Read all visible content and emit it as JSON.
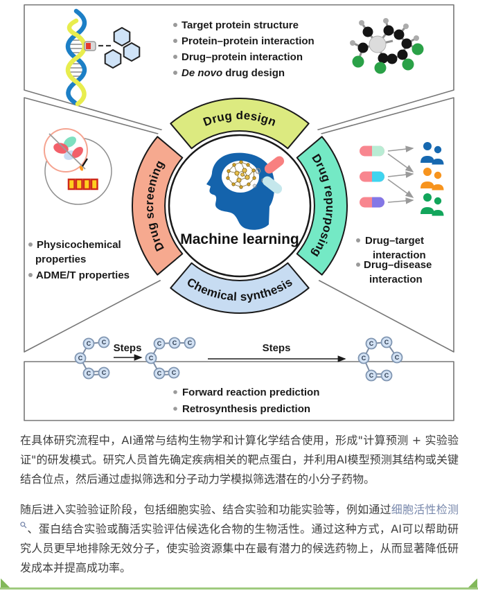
{
  "figure": {
    "center": {
      "label": "Machine learning"
    },
    "design": {
      "label": "Drug design",
      "color": "#dcea80",
      "bullets": [
        "Target protein structure",
        "Protein–protein interaction",
        "Drug–protein interaction"
      ],
      "de_novo_italic": "De novo",
      "de_novo_rest": "drug design"
    },
    "screening": {
      "label": "Drug screening",
      "color": "#f6a98f",
      "bullet1_line1": "Physicochemical",
      "bullet1_line2": "properties",
      "bullet2": "ADME/T properties"
    },
    "repurposing": {
      "label": "Drug repurposing",
      "color": "#74e9c5",
      "bullet1_line1": "Drug–target",
      "bullet1_line2": "interaction",
      "bullet2_line1": "Drug–disease",
      "bullet2_line2": "interaction"
    },
    "synthesis": {
      "label": "Chemical synthesis",
      "color": "#c7dcf2",
      "steps1": "Steps",
      "steps2": "Steps",
      "bullet1": "Forward reaction prediction",
      "bullet2": "Retrosynthesis prediction",
      "atom_label": "C"
    }
  },
  "article": {
    "p1": "在具体研究流程中，AI通常与结构生物学和计算化学结合使用，形成\"计算预测 + 实验验证\"的研发模式。研究人员首先确定疾病相关的靶点蛋白，并利用AI模型预测其结构或关键结合位点，然后通过虚拟筛选和分子动力学模拟筛选潜在的小分子药物。",
    "p2_pre": "随后进入实验验证阶段，包括细胞实验、结合实验和功能实验等，例如通过",
    "p2_link": "细胞活性检测",
    "p2_post": "、蛋白结合实验或酶活实验评估候选化合物的生物活性。通过这种方式，AI可以帮助研究人员更早地排除无效分子，使实验资源集中在最有潜力的候选药物上，从而显著降低研发成本并提高成功率。",
    "link_color": "#7888ac",
    "selection_color": "#82b85a"
  }
}
